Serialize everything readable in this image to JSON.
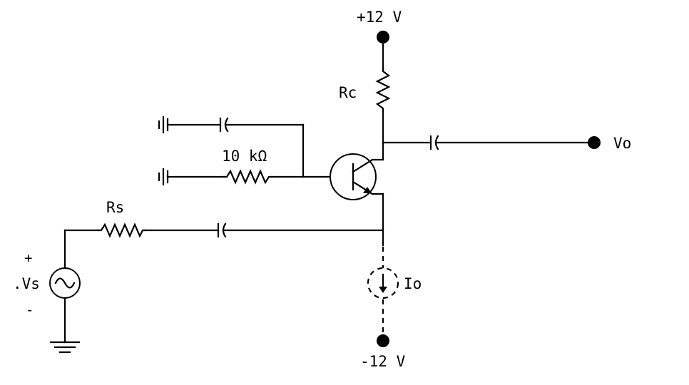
{
  "labels": {
    "vplus": "+12 V",
    "vminus": "-12 V",
    "rc": "Rc",
    "rb": "10 kΩ",
    "rs": "Rs",
    "vs": ".Vs",
    "vs_plus": "+",
    "vs_minus": "-",
    "vo": "Vo",
    "io": "Io"
  }
}
